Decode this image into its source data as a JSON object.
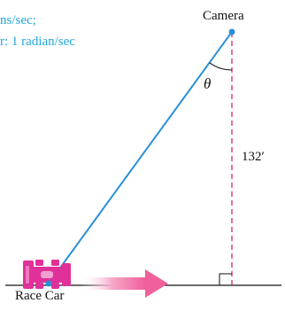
{
  "info": {
    "line1": "ns/sec;",
    "line2": "r: 1 radian/sec"
  },
  "labels": {
    "camera": "Camera",
    "angle": "θ",
    "distance": "132′",
    "race_car": "Race Car"
  },
  "colors": {
    "info_text": "#22a9dc",
    "sight_line": "#2a8fd6",
    "dashed_line": "#d6285f",
    "arrow": "#f0609a",
    "car": "#e0309a",
    "ground": "#111111"
  }
}
